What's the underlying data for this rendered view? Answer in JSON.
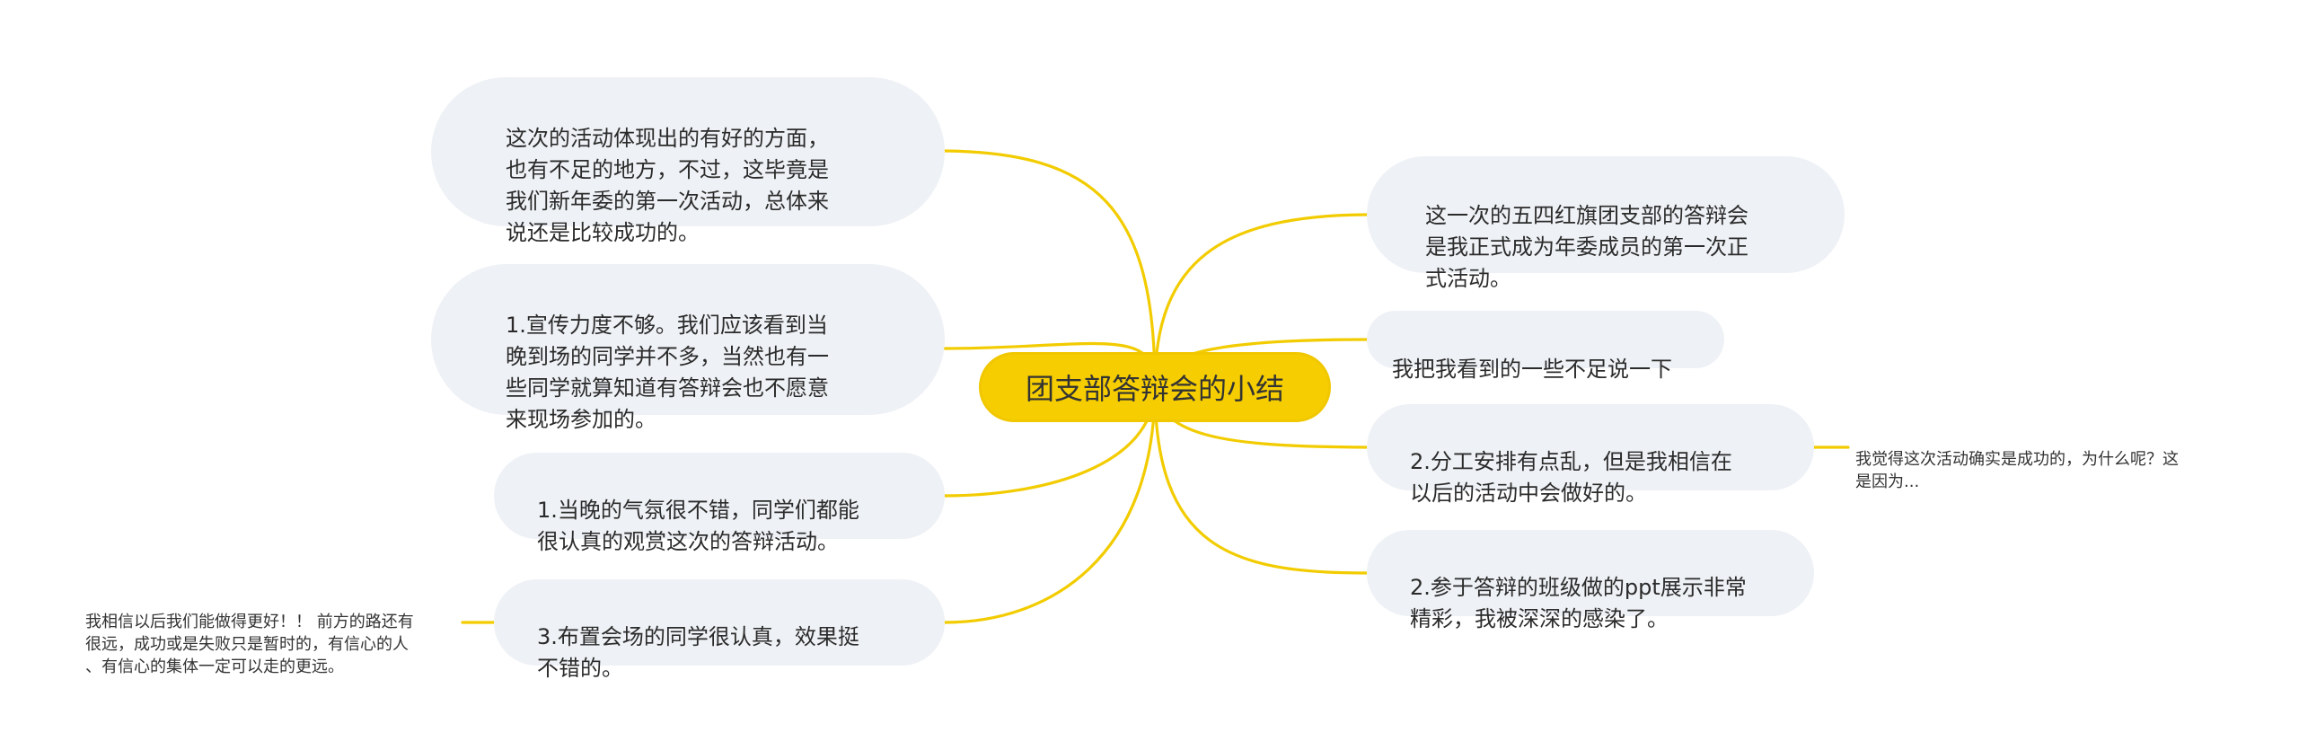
{
  "mindmap": {
    "root": "团支部答辩会的小结",
    "left_branches": [
      {
        "text": "这次的活动体现出的有好的方面，\n也有不足的地方，不过，这毕竟是\n我们新年委的第一次活动，总体来\n说还是比较成功的。"
      },
      {
        "text": "1.宣传力度不够。我们应该看到当\n晚到场的同学并不多，当然也有一\n些同学就算知道有答辩会也不愿意\n来现场参加的。"
      },
      {
        "text": "1.当晚的气氛很不错，同学们都能\n很认真的观赏这次的答辩活动。"
      },
      {
        "text": "3.布置会场的同学很认真，效果挺\n不错的。",
        "leaf": "我相信以后我们能做得更好！！ 前方的路还有\n很远，成功或是失败只是暂时的，有信心的人\n、有信心的集体一定可以走的更远。"
      }
    ],
    "right_branches": [
      {
        "text": "这一次的五四红旗团支部的答辩会\n是我正式成为年委成员的第一次正\n式活动。"
      },
      {
        "text": "我把我看到的一些不足说一下"
      },
      {
        "text": "2.分工安排有点乱，但是我相信在\n以后的活动中会做好的。",
        "leaf": "我觉得这次活动确实是成功的，为什么呢？这\n是因为..."
      },
      {
        "text": "2.参于答辩的班级做的ppt展示非常\n精彩，我被深深的感染了。"
      }
    ]
  },
  "colors": {
    "accent": "#f5cd00",
    "branch_line": "#f2cc00",
    "node_fill": "#eef1f5",
    "text": "#333333"
  }
}
